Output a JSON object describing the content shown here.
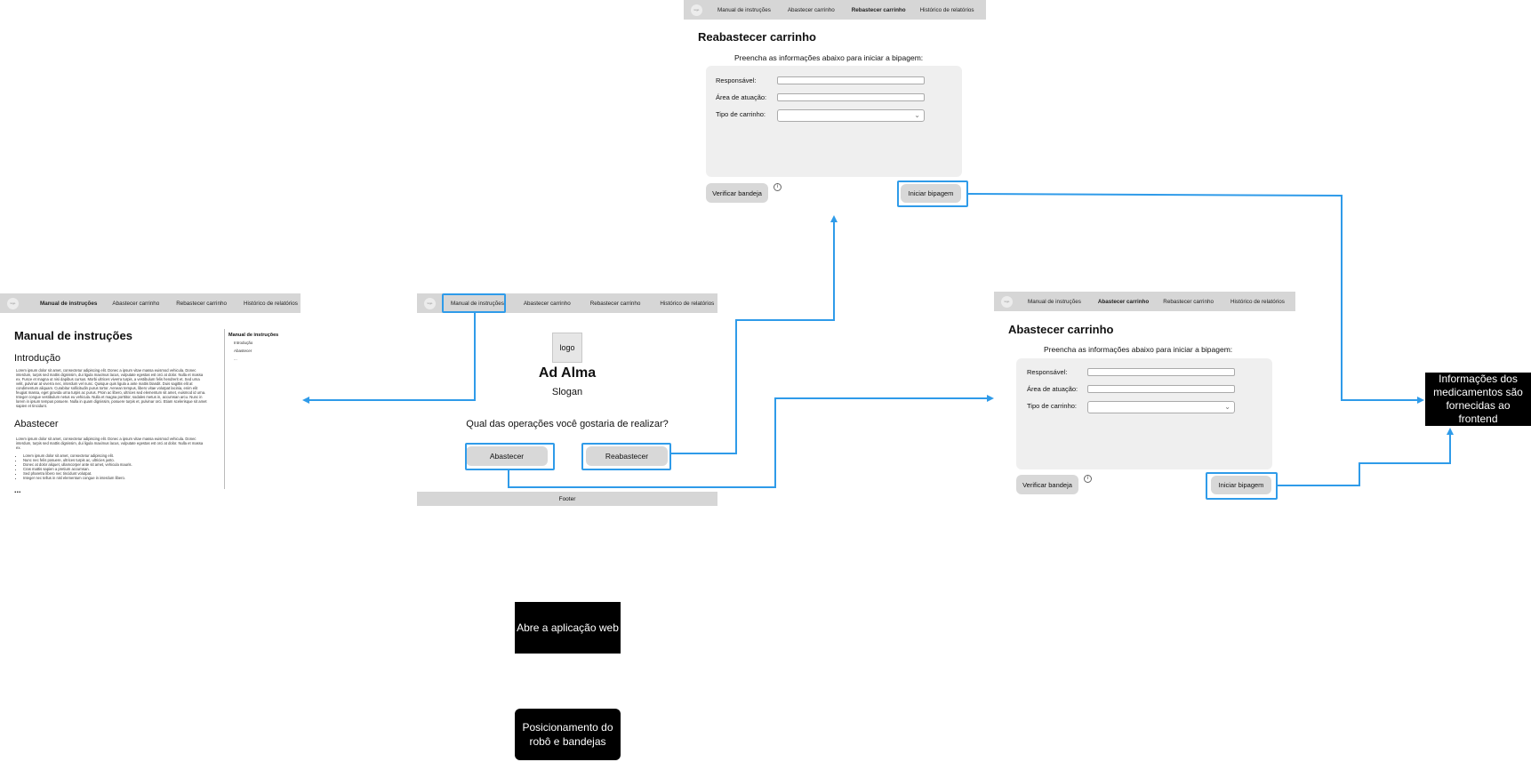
{
  "nav": {
    "logo": "logo",
    "manual": "Manual de instruções",
    "abastecer": "Abastecer carrinho",
    "reabastecer": "Rebastecer carrinho",
    "historico": "Histórico de relatórios"
  },
  "home": {
    "logo": "logo",
    "brand": "Ad Alma",
    "slogan": "Slogan",
    "question": "Qual das operações você gostaria de realizar?",
    "btn_abastecer": "Abastecer",
    "btn_reabastecer": "Reabastecer",
    "footer": "Footer"
  },
  "reabastecer_form": {
    "title": "Reabastecer carrinho",
    "subtitle": "Preencha as informações abaixo para iniciar a bipagem:",
    "label_responsavel": "Responsável:",
    "label_area": "Área de atuação:",
    "label_tipo": "Tipo de carrinho:",
    "btn_verificar": "Verificar bandeja",
    "btn_iniciar": "Iniciar bipagem",
    "info_icon": "i"
  },
  "abastecer_form": {
    "title": "Abastecer carrinho",
    "subtitle": "Preencha as informações abaixo para iniciar a bipagem:",
    "label_responsavel": "Responsável:",
    "label_area": "Área de atuação:",
    "label_tipo": "Tipo de carrinho:",
    "btn_verificar": "Verificar bandeja",
    "btn_iniciar": "Iniciar bipagem",
    "info_icon": "i"
  },
  "manual": {
    "title": "Manual de instruções",
    "h_intro": "Introdução",
    "intro_text": "Lorem ipsum dolor sit amet, consectetur adipiscing elit. Donec a ipsum vitae massa euismod vehicula. Donec interdum, turpis sed mattis dignissim, dui ligula maximus lacus, vulputate egestas est orci at dolor. Nulla et massa ex. Fusce et magna ut nisi dapibus cursus. Morbi ultrices viverra turpis, a vestibulum felis hendrerit et. Sed urna velit, pulvinar at viverra nec, interdum vel nunc. Quisque quis ligula a ante mattis blandit. Duis sagittis elit at condimentum aliquam. Curabitur sollicitudin purus tortor. Aenean tempus, libero vitae volutpat lacinia, enim elit feugiat massa, eget gravida urna turpis ac purus. Proin ac libero, ultrices sed elementum sit amet, euismod id urna. Integer congue vestibulum netus eu vehicula. Nulla et magna porttitor, sodales metus in, accumsan arcu. Nunc in lorem in ipsum tempus posuere. Nulla in quam dignissim, posuere turpis et, pulvinar orci. Etiam scelerisque sit amet sapien et tincidunt.",
    "h_abastecer": "Abastecer",
    "abastecer_text": "Lorem ipsum dolor sit amet, consectetur adipiscing elit. Donec a ipsum vitae massa euismod vehicula. Donec interdum, turpis sed mattis dignissim, dui ligula maximus lacus, vulputate egestas est orci at dolor. Nulla et massa ex.",
    "bullets": [
      "Lorem ipsum dolor sit amet, consectetur adipiscing elit.",
      "Nunc nec felis posuere, ultrices turpis ac, ultricies justo.",
      "Donec at dolor aliquet, ullamcorper ante sit amet, vehicula mauris.",
      "Cras mattis sapien a pretium accumsan.",
      "Sed pharetra libero nec tincidunt volutpat.",
      "Integer nec tellus in nisl elementum congue in interdum libero."
    ],
    "ellipsis": "...",
    "toc_title": "Manual de instruções",
    "toc_intro": "Introdução",
    "toc_abastecer": "Abastecer",
    "toc_more": "..."
  },
  "flow": {
    "info_node": "Informações dos medicamentos são fornecidas ao frontend",
    "open_app": "Abre a aplicação web",
    "positioning": "Posicionamento do robô e bandejas"
  },
  "colors": {
    "connector": "#2f9be9",
    "navbar": "#d6d6d6",
    "form_box": "#efefef",
    "flow_node": "#000000"
  }
}
